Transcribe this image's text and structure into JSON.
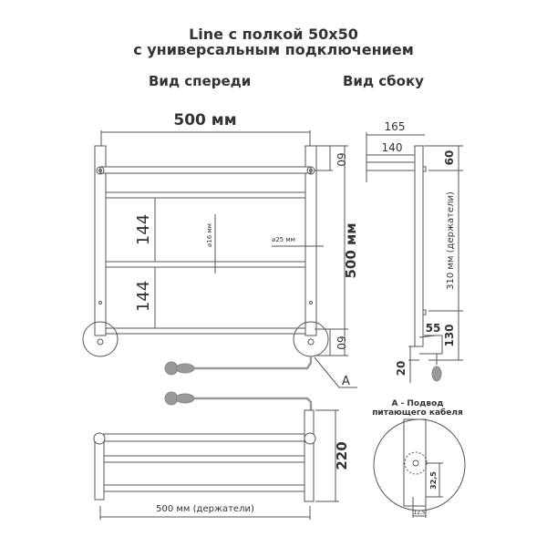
{
  "header": {
    "title_line1": "Line с полкой 50x50",
    "title_line2": "с универсальным подключением"
  },
  "front_view": {
    "label": "Вид спереди",
    "width_dim": "500 мм",
    "top_offset_dim": "60",
    "bottom_offset_dim": "60",
    "height_dim": "500 мм",
    "spacing_upper": "144",
    "spacing_lower": "144",
    "bar_diameter": "⌀16 мм",
    "post_diameter": "⌀25 мм",
    "detail_marker": "A"
  },
  "side_view": {
    "label": "Вид сбоку",
    "depth_total": "165",
    "shelf_depth": "140",
    "top_offset": "60",
    "holder_spacing": "310 мм (держатели)",
    "bottom_offset": "130",
    "connector_offset": "55",
    "base_offset": "20"
  },
  "top_view": {
    "width_dim": "500 мм (держатели)",
    "depth_dim": "220"
  },
  "detail_a": {
    "title_line1": "А - Подвод",
    "title_line2": "питающего кабеля",
    "height_dim": "32,5",
    "width_dim": "12,5"
  },
  "colors": {
    "line": "#555555",
    "cable": "#999999",
    "text": "#333333"
  }
}
